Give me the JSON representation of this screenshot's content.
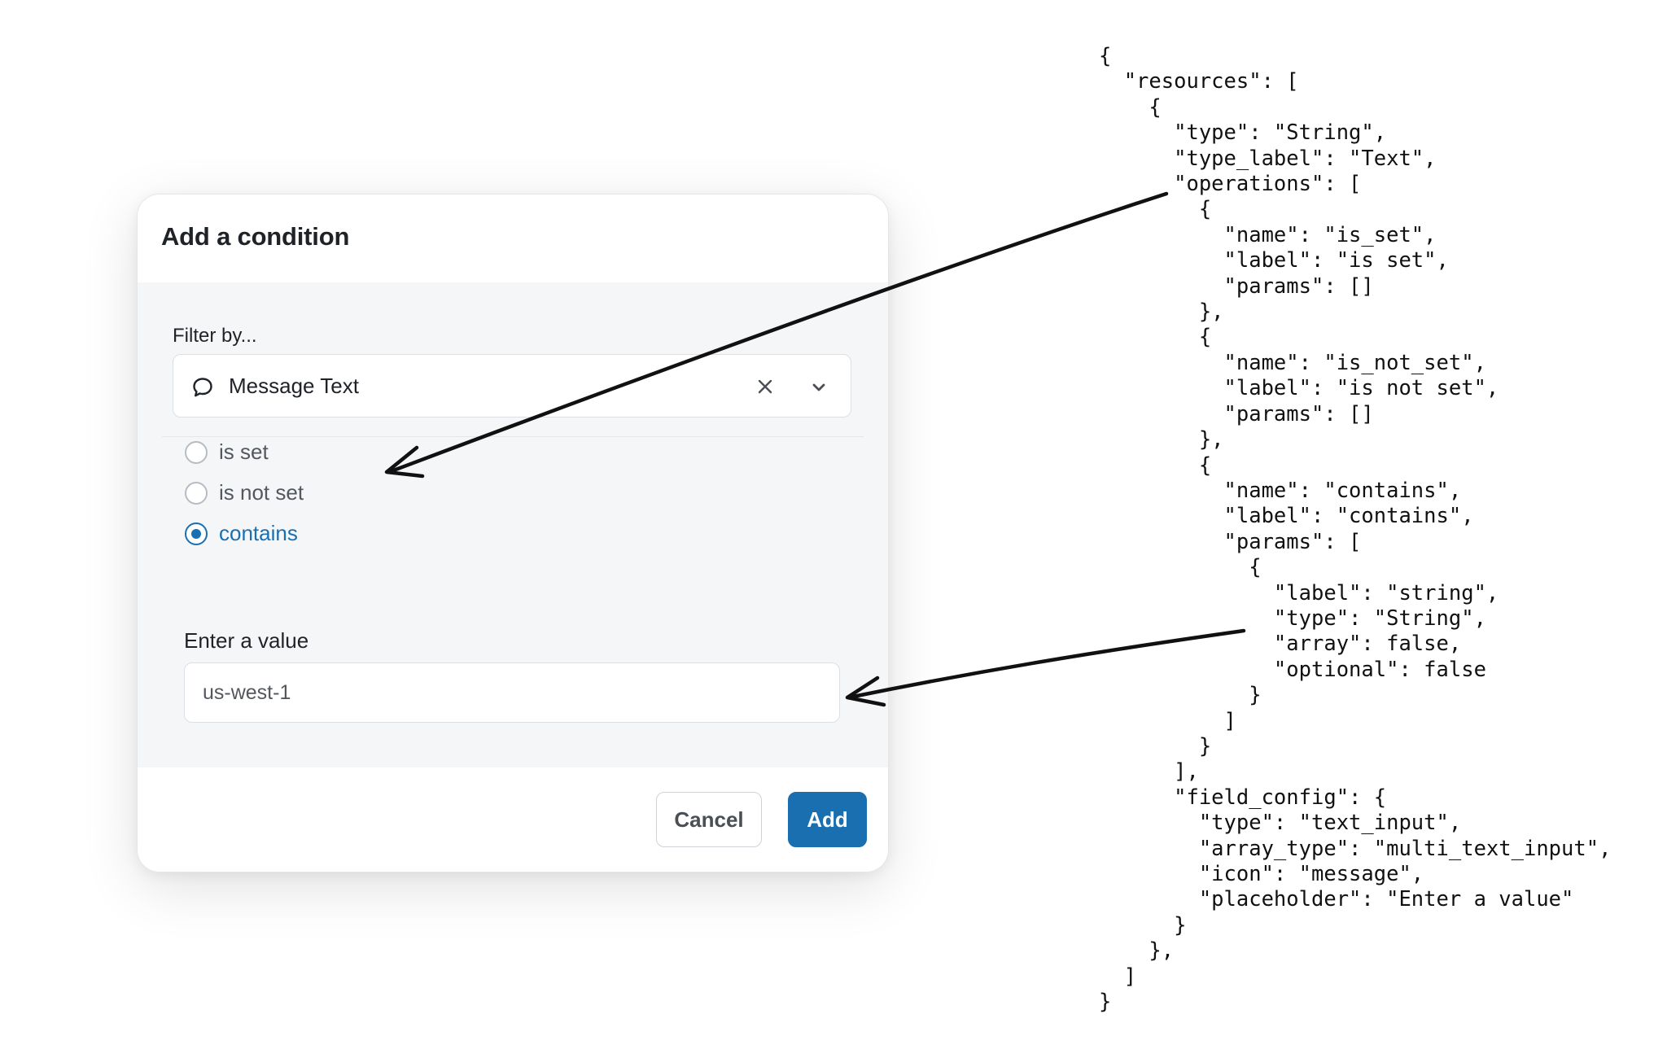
{
  "dialog": {
    "title": "Add a condition",
    "filter_label": "Filter by...",
    "filter_value": "Message Text",
    "filter_icon": "message-icon",
    "clear_icon": "close-icon",
    "dropdown_icon": "chevron-down-icon",
    "operations": [
      {
        "label": "is set",
        "checked": false
      },
      {
        "label": "is not set",
        "checked": false
      },
      {
        "label": "contains",
        "checked": true
      }
    ],
    "value_label": "Enter a value",
    "value_input": "us-west-1",
    "cancel_label": "Cancel",
    "add_label": "Add",
    "accent_color": "#1a6fb0"
  },
  "code": {
    "lines": [
      "{",
      "  \"resources\": [",
      "    {",
      "      \"type\": \"String\",",
      "      \"type_label\": \"Text\",",
      "      \"operations\": [",
      "        {",
      "          \"name\": \"is_set\",",
      "          \"label\": \"is set\",",
      "          \"params\": []",
      "        },",
      "        {",
      "          \"name\": \"is_not_set\",",
      "          \"label\": \"is not set\",",
      "          \"params\": []",
      "        },",
      "        {",
      "          \"name\": \"contains\",",
      "          \"label\": \"contains\",",
      "          \"params\": [",
      "            {",
      "              \"label\": \"string\",",
      "              \"type\": \"String\",",
      "              \"array\": false,",
      "              \"optional\": false",
      "            }",
      "          ]",
      "        }",
      "      ],",
      "      \"field_config\": {",
      "        \"type\": \"text_input\",",
      "        \"array_type\": \"multi_text_input\",",
      "        \"icon\": \"message\",",
      "        \"placeholder\": \"Enter a value\"",
      "      }",
      "    },",
      "  ]",
      "}"
    ]
  }
}
